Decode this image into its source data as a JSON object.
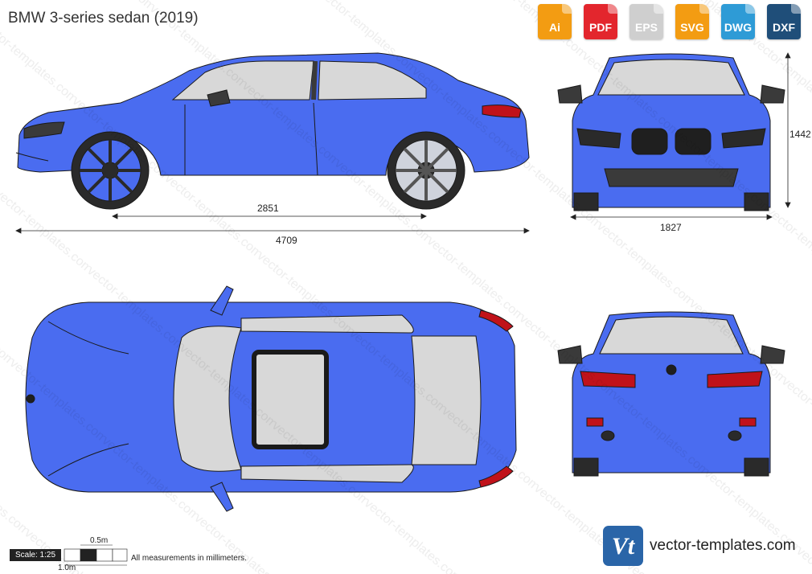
{
  "title": "BMW 3-series sedan (2019)",
  "formats": [
    {
      "label": "Ai",
      "color": "#f39c12"
    },
    {
      "label": "PDF",
      "color": "#e3262d"
    },
    {
      "label": "EPS",
      "color": "#cfcfcf"
    },
    {
      "label": "SVG",
      "color": "#f39c12"
    },
    {
      "label": "DWG",
      "color": "#2e9bd6"
    },
    {
      "label": "DXF",
      "color": "#1f4e79"
    }
  ],
  "dimensions": {
    "wheelbase": "2851",
    "length": "4709",
    "width": "1827",
    "height": "1442"
  },
  "scale": {
    "label": "Scale: 1:25",
    "half_meter": "0.5m",
    "one_meter": "1.0m"
  },
  "measurements_note": "All measurements in millimeters.",
  "brand": {
    "logo_text": "Vt",
    "site": "vector-templates.com"
  },
  "watermark": "vector-templates.com",
  "colors": {
    "body": "#4a6cf0",
    "glass": "#d8d8d8",
    "trim": "#3a3a3a",
    "taillight": "#c0121a"
  }
}
